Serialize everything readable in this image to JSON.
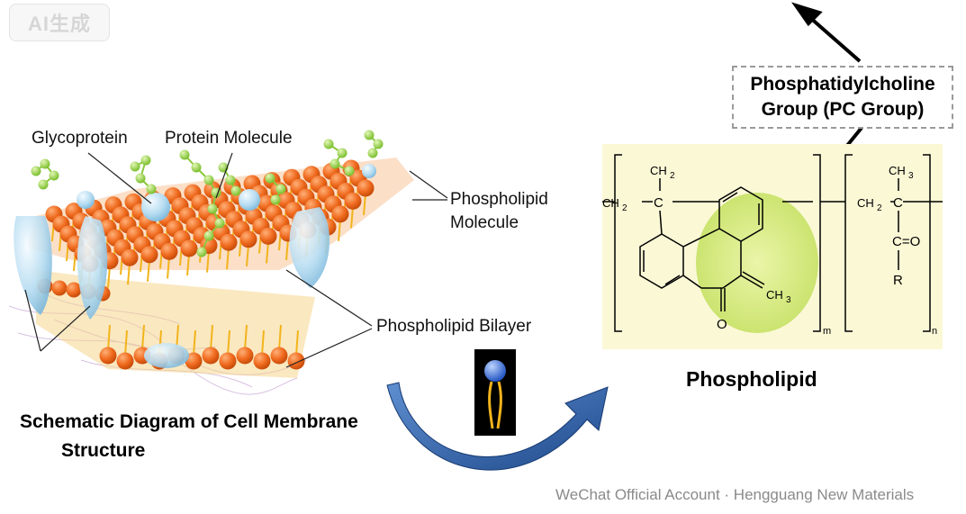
{
  "watermark_badge": "AI生成",
  "membrane": {
    "labels": {
      "glycoprotein": "Glycoprotein",
      "protein_molecule": "Protein Molecule",
      "phospholipid_molecule_1": "Phospholipid",
      "phospholipid_molecule_2": "Molecule",
      "bilayer": "Phospholipid Bilayer"
    },
    "caption_line1": "Schematic Diagram of Cell Membrane",
    "caption_line2": "Structure"
  },
  "pc_group": {
    "line1": "Phosphatidylcholine",
    "line2": "Group (PC Group)"
  },
  "structure": {
    "ch2": "CH",
    "ch2_sub": "2",
    "ch3": "CH",
    "ch3_sub": "3",
    "ch3b_sub": "3",
    "c": "C",
    "c_eq_o": "C=O",
    "o": "O",
    "r": "R",
    "m": "m",
    "n": "n"
  },
  "phospholipid_title": "Phospholipid",
  "footer": "WeChat Official Account · Hengguang New Materials",
  "colors": {
    "lipid_head": "#ef6a1e",
    "lipid_tail": "#f2b41c",
    "protein": "#9fd0ec",
    "glyco": "#8ac93a",
    "arrow_blue": "#2f5ea8",
    "panel_bg": "#fbf8d6",
    "highlight": "#d6ea86"
  }
}
